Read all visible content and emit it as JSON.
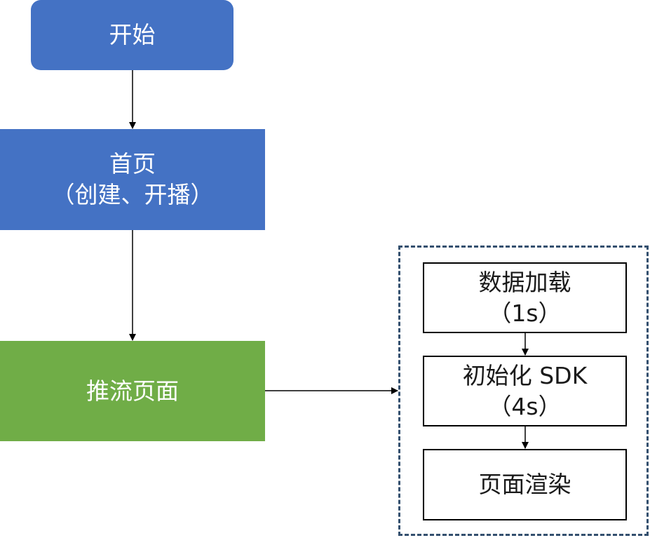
{
  "colors": {
    "start_fill": "#4472c4",
    "home_fill": "#4472c4",
    "push_fill": "#70ad47",
    "edge": "#000000",
    "group_border": "#34506f"
  },
  "nodes": {
    "start": {
      "line1": "开始"
    },
    "home": {
      "line1": "首页",
      "line2": "（创建、开播）"
    },
    "push": {
      "line1": "推流页面"
    },
    "load": {
      "line1": "数据加载",
      "line2": "（1s）"
    },
    "sdk": {
      "line1": "初始化 SDK",
      "line2": "（4s）"
    },
    "render": {
      "line1": "页面渲染"
    }
  },
  "edges": [
    {
      "from": "start",
      "to": "home"
    },
    {
      "from": "home",
      "to": "push"
    },
    {
      "from": "push",
      "to": "group"
    },
    {
      "from": "load",
      "to": "sdk"
    },
    {
      "from": "sdk",
      "to": "render"
    }
  ]
}
